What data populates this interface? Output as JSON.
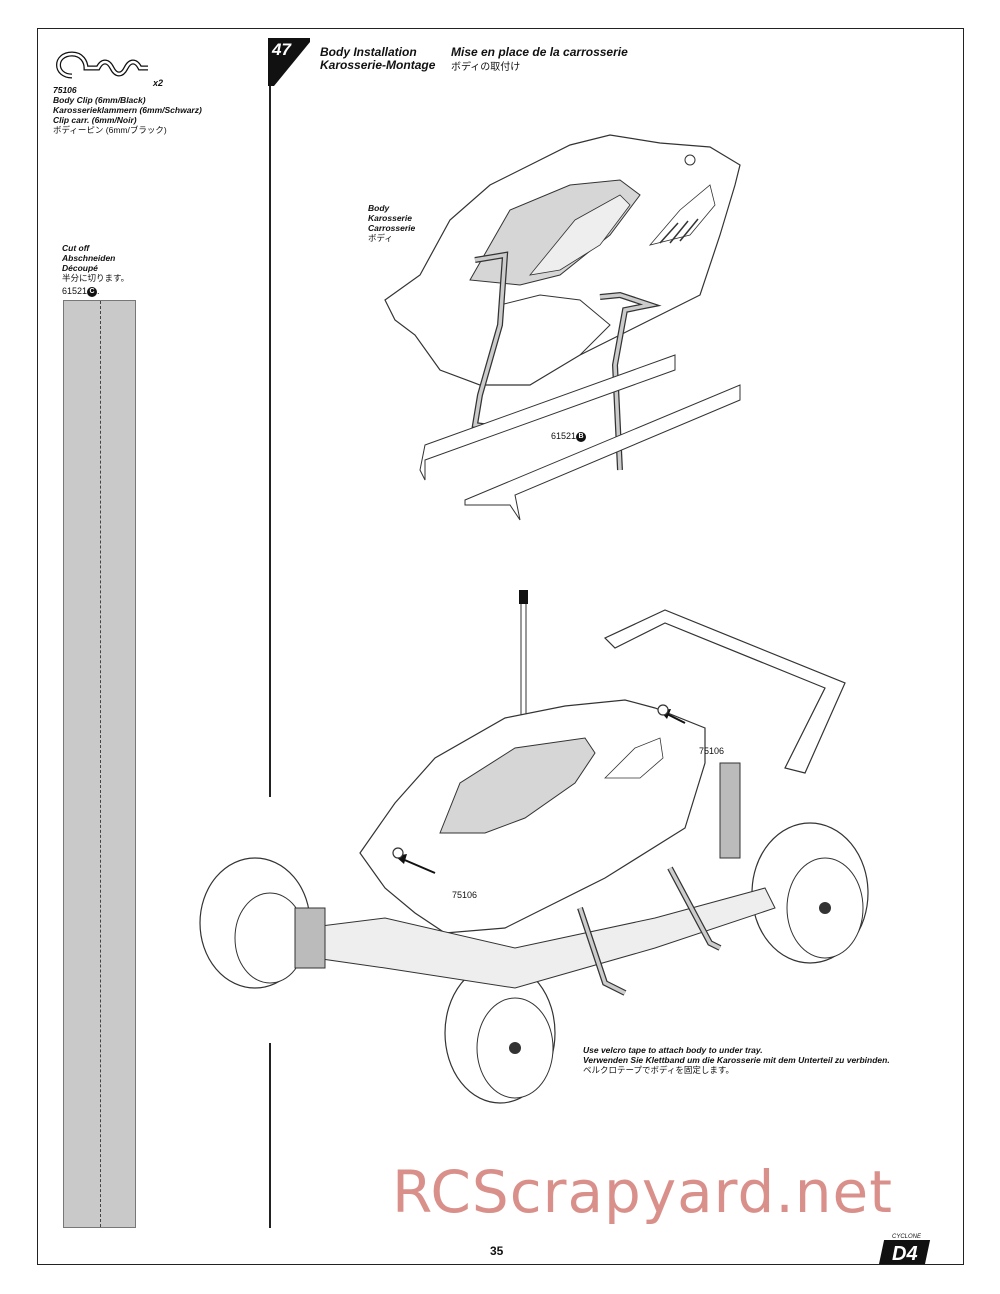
{
  "part": {
    "number": "75106",
    "quantity": "x2",
    "name_en": "Body Clip (6mm/Black)",
    "name_de": "Karosserieklammern (6mm/Schwarz)",
    "name_fr": "Clip carr. (6mm/Noir)",
    "name_jp": "ボディーピン (6mm/ブラック)"
  },
  "cut": {
    "en": "Cut off",
    "de": "Abschneiden",
    "fr": "Découpé",
    "jp": "半分に切ります。",
    "tape_label": "61521",
    "tape_mark": "C"
  },
  "step": {
    "number": "47",
    "title_en": "Body Installation",
    "title_de": "Karosserie-Montage",
    "title_fr": "Mise en place de la carrosserie",
    "title_jp": "ボディの取付け"
  },
  "body_label": {
    "en": "Body",
    "de": "Karosserie",
    "fr": "Carrosserie",
    "jp": "ボディ"
  },
  "callouts": {
    "tape": "61521",
    "tape_mark": "B",
    "clip_rear": "75106",
    "clip_front": "75106"
  },
  "note": {
    "en": "Use velcro tape to attach body to under  tray.",
    "de": "Verwenden Sie Klettband um die Karosserie mit dem Unterteil zu verbinden.",
    "jp": "ベルクロテープでボディを固定します。"
  },
  "watermark": "RCScrapyard.net",
  "page_number": "35",
  "logo": {
    "small": "CYCLONE",
    "main": "D4"
  }
}
